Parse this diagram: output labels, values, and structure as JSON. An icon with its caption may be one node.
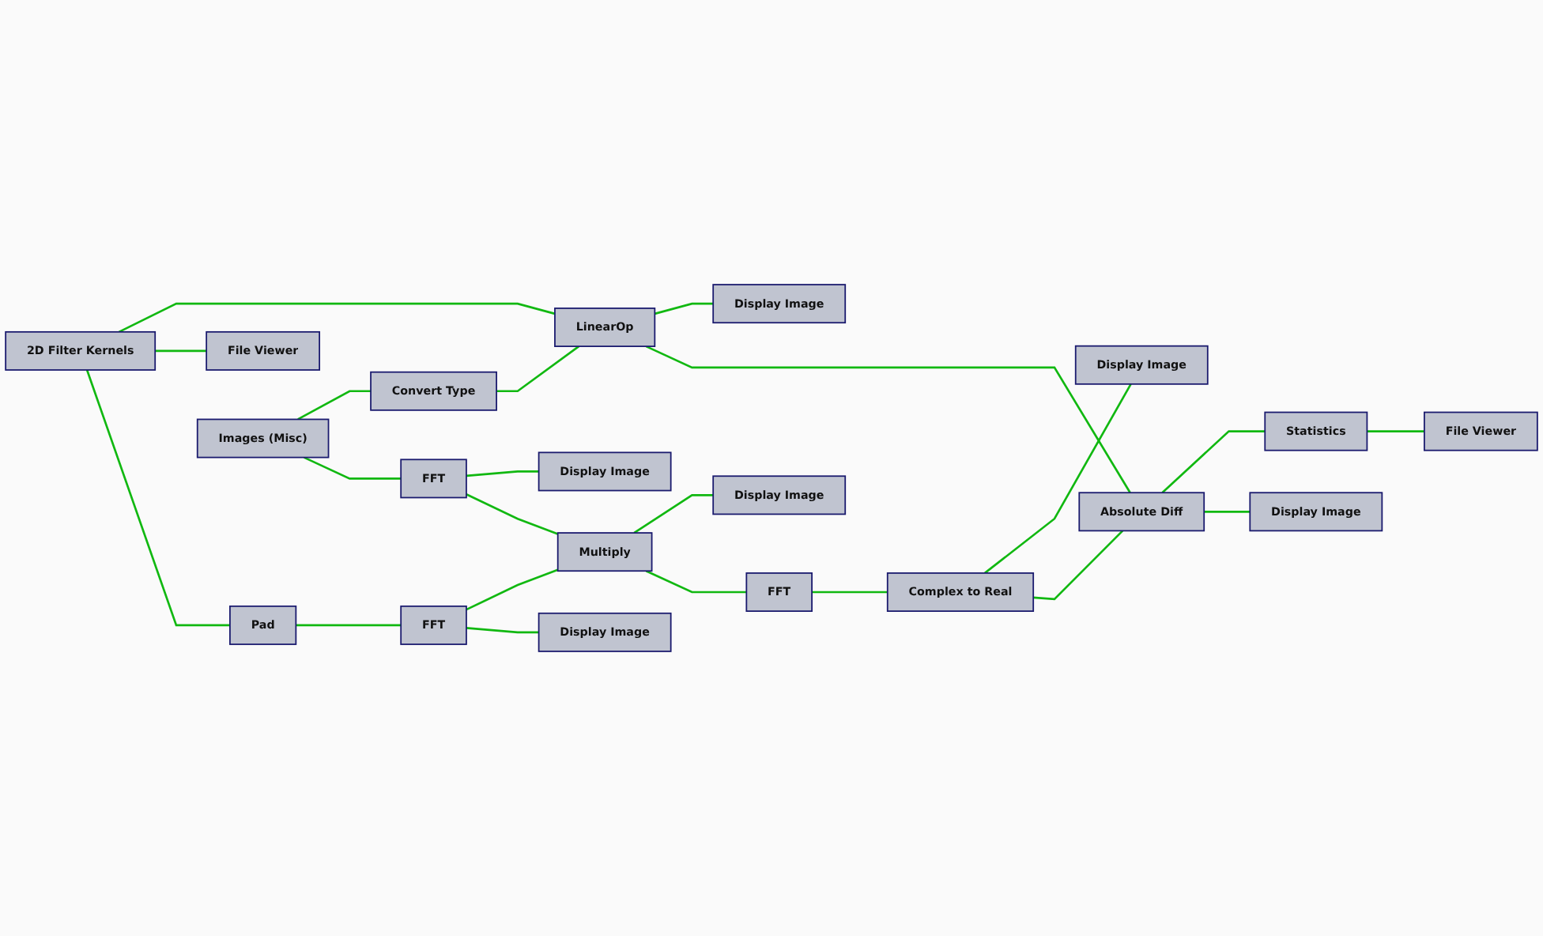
{
  "diagram": {
    "nodes": [
      {
        "text": [
          "Convert Type"
        ]
      },
      {
        "text": [
          "LinearOp"
        ]
      },
      {
        "text": [
          "Display Image"
        ]
      },
      {
        "text": [
          "Statistics"
        ]
      },
      {
        "text": [
          "File Viewer"
        ]
      },
      {
        "text": [
          "Images (Misc)"
        ]
      },
      {
        "text": [
          "Absolute Diff"
        ]
      },
      {
        "text": [
          "Display Image"
        ]
      },
      {
        "text": [
          "Display Image"
        ]
      },
      {
        "text": [
          "File Viewer"
        ]
      },
      {
        "text": [
          "FFT"
        ]
      },
      {
        "text": [
          "Display Image"
        ]
      },
      {
        "text": [
          "Multiply"
        ]
      },
      {
        "text": [
          "FFT"
        ]
      },
      {
        "text": [
          "Complex to Real"
        ]
      },
      {
        "text": [
          "Display Image"
        ]
      },
      {
        "text": [
          "2D Filter Kernels"
        ]
      },
      {
        "text": [
          "Pad"
        ]
      },
      {
        "text": [
          "FFT"
        ]
      },
      {
        "text": [
          "Display Image"
        ]
      }
    ],
    "edges": [
      {
        "from": 5,
        "to": 0,
        "arrow": "none"
      },
      {
        "from": 5,
        "to": 10,
        "arrow": "none"
      },
      {
        "from": 0,
        "to": 1,
        "arrow": "none"
      },
      {
        "from": 16,
        "to": 1,
        "arrow": "none"
      },
      {
        "from": 1,
        "to": 2,
        "arrow": "none"
      },
      {
        "from": 1,
        "to": 6,
        "arrow": "none"
      },
      {
        "from": 6,
        "to": 3,
        "arrow": "none"
      },
      {
        "from": 3,
        "to": 4,
        "arrow": "none"
      },
      {
        "from": 6,
        "to": 7,
        "arrow": "none"
      },
      {
        "from": 10,
        "to": 8,
        "arrow": "none"
      },
      {
        "from": 10,
        "to": 12,
        "arrow": "none"
      },
      {
        "from": 16,
        "to": 9,
        "arrow": "none"
      },
      {
        "from": 16,
        "to": 17,
        "arrow": "none"
      },
      {
        "from": 17,
        "to": 18,
        "arrow": "none"
      },
      {
        "from": 18,
        "to": 12,
        "arrow": "none"
      },
      {
        "from": 18,
        "to": 19,
        "arrow": "none"
      },
      {
        "from": 12,
        "to": 11,
        "arrow": "none"
      },
      {
        "from": 12,
        "to": 13,
        "arrow": "none"
      },
      {
        "from": 13,
        "to": 14,
        "arrow": "none"
      },
      {
        "from": 14,
        "to": 15,
        "arrow": "none"
      },
      {
        "from": 14,
        "to": 6,
        "arrow": "none"
      }
    ]
  }
}
